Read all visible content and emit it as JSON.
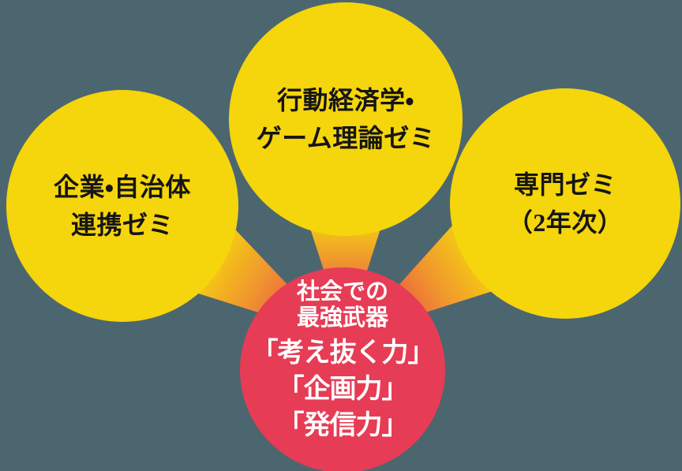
{
  "colors": {
    "background": "#4C6670",
    "yellow": "#F5D50B",
    "red": "#E73C55",
    "beam_orange": "#F0942F",
    "text_dark": "#151515",
    "text_light": "#FFFFFF"
  },
  "seminars": [
    {
      "id": "left",
      "lines": [
        "企業・自治体",
        "連携ゼミ"
      ]
    },
    {
      "id": "center",
      "lines": [
        "行動経済学・",
        "ゲーム理論ゼミ"
      ]
    },
    {
      "id": "right",
      "lines": [
        "専門ゼミ",
        "（2年次）"
      ]
    }
  ],
  "core": {
    "subtitle_lines": [
      "社会での",
      "最強武器"
    ],
    "skills": [
      "「考え抜く力」",
      "「企画力」",
      "「発信力」"
    ]
  }
}
